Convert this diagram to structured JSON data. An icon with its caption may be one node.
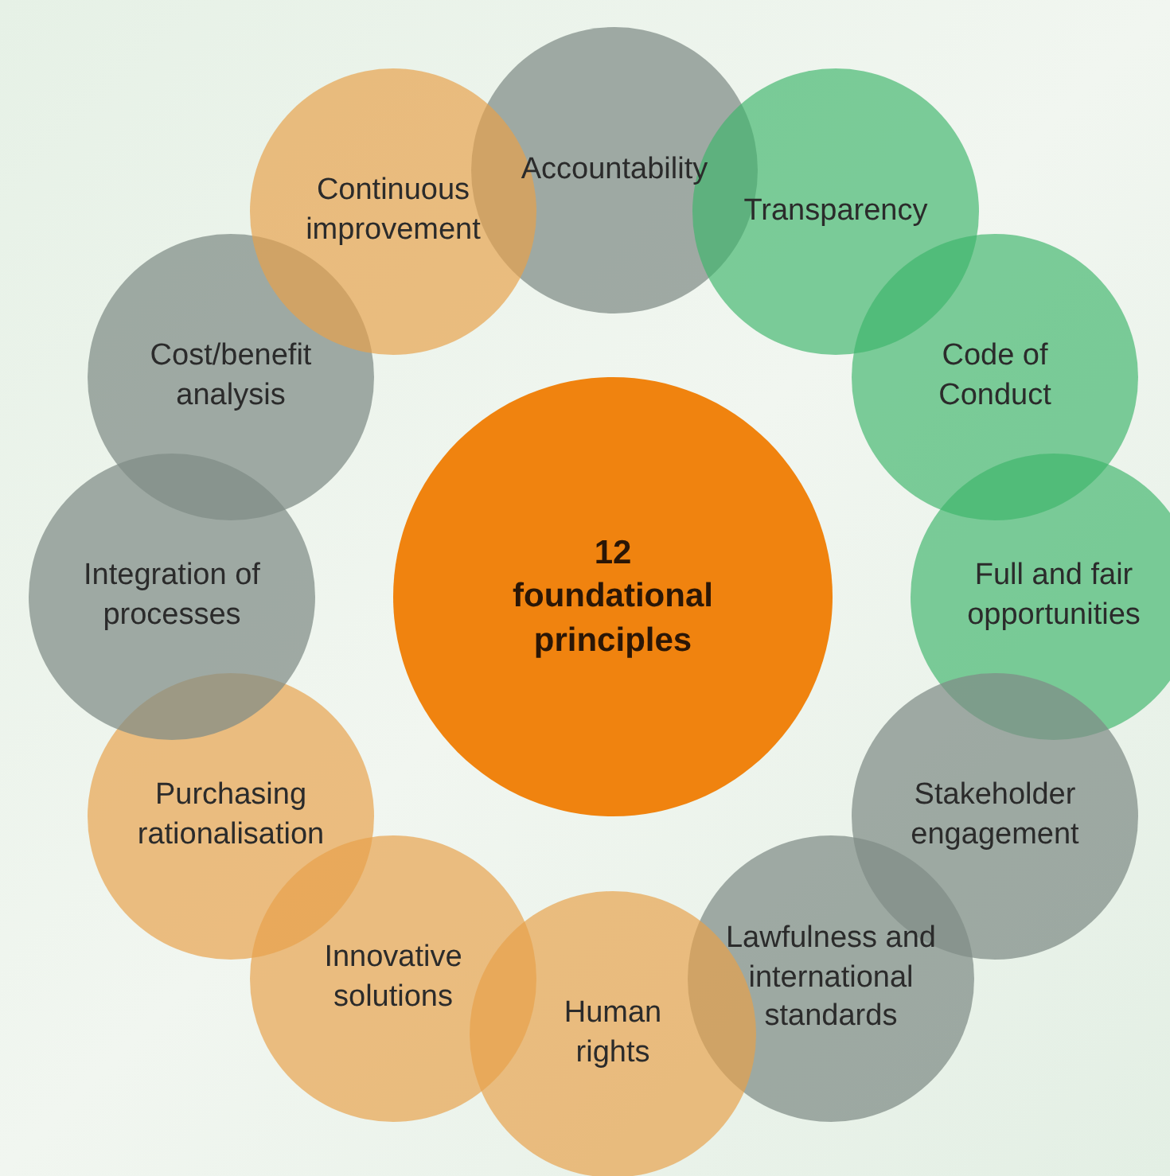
{
  "diagram": {
    "nodes": [
      {
        "text": [
          "12 foundational principles"
        ]
      },
      {
        "text": [
          "Accountability"
        ]
      },
      {
        "text": [
          "Transparency"
        ]
      },
      {
        "text": [
          "Code of Conduct"
        ]
      },
      {
        "text": [
          "Full and fair opportunities"
        ]
      },
      {
        "text": [
          "Stakeholder engagement"
        ]
      },
      {
        "text": [
          "Lawfulness and international standards"
        ]
      },
      {
        "text": [
          "Human rights"
        ]
      },
      {
        "text": [
          "Innovative solutions"
        ]
      },
      {
        "text": [
          "Purchasing rationalisation"
        ]
      },
      {
        "text": [
          "Integration of processes"
        ]
      },
      {
        "text": [
          "Cost/benefit analysis"
        ]
      },
      {
        "text": [
          "Continuous improvement"
        ]
      }
    ]
  }
}
